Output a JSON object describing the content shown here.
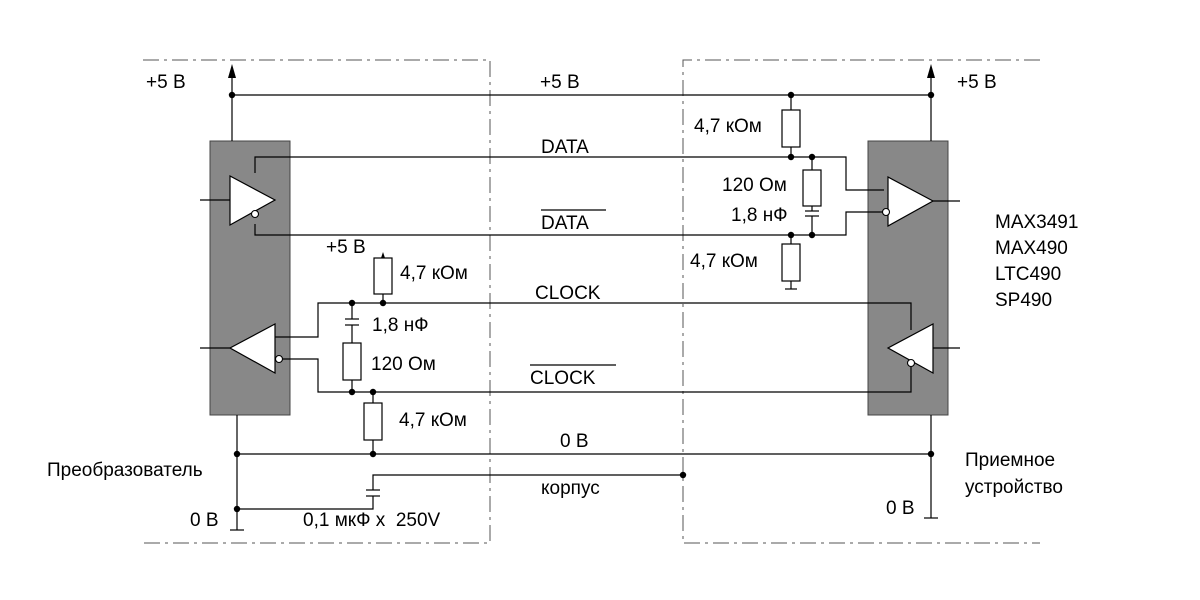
{
  "left": {
    "supply_label": "+5 В",
    "ground_label": "0 В",
    "device_label": "Преобразователь"
  },
  "right": {
    "supply_label": "+5 В",
    "ground_label": "0 В",
    "device_label_line1": "Приемное",
    "device_label_line2": "устройство",
    "chip_models": [
      "MAX3491",
      "MAX490",
      "LTC490",
      "SP490"
    ]
  },
  "lines": {
    "supply": "+5 В",
    "data": "DATA",
    "data_inv": "DATA",
    "clock": "CLOCK",
    "clock_inv": "CLOCK",
    "ground": "0 В",
    "chassis": "корпус"
  },
  "data_termination": {
    "pullup": "4,7 кОм",
    "terminator": "120 Ом",
    "capacitor": "1,8 нФ",
    "pulldown": "4,7 кОм"
  },
  "clock_termination": {
    "supply": "+5 В",
    "pullup": "4,7 кОм",
    "capacitor": "1,8 нФ",
    "terminator": "120 Ом",
    "pulldown": "4,7 кОм"
  },
  "chassis_capacitor": "0,1 мкФ х  250V"
}
